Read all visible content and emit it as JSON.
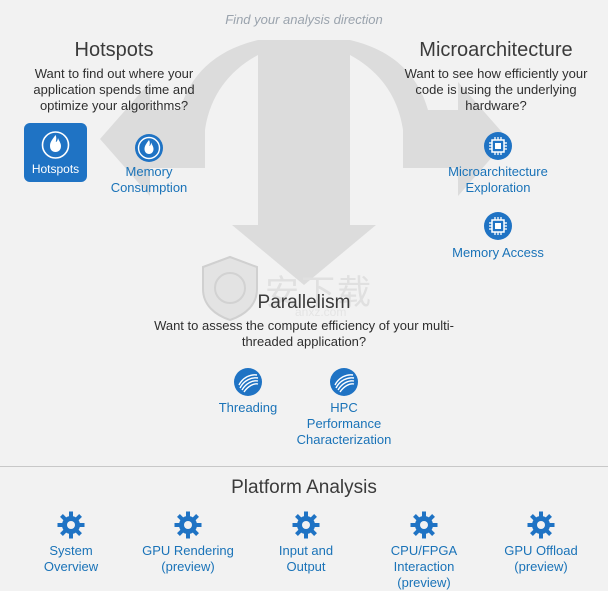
{
  "header": {
    "direction_prompt": "Find your analysis direction"
  },
  "hotspots": {
    "title": "Hotspots",
    "question_line1": "Want to find out where your",
    "question_line2": "application spends time and",
    "question_line3": "optimize your algorithms?",
    "tile_label": "Hotspots",
    "memory_line1": "Memory",
    "memory_line2": "Consumption"
  },
  "microarchitecture": {
    "title": "Microarchitecture",
    "question_line1": "Want to see how efficiently your",
    "question_line2": "code is using the underlying",
    "question_line3": "hardware?",
    "exploration_line1": "Microarchitecture",
    "exploration_line2": "Exploration",
    "memory_access": "Memory Access"
  },
  "parallelism": {
    "title": "Parallelism",
    "question_line1": "Want to assess the compute efficiency of your multi-",
    "question_line2": "threaded application?",
    "threading": "Threading",
    "hpc_line1": "HPC",
    "hpc_line2": "Performance",
    "hpc_line3": "Characterization"
  },
  "watermark": {
    "text": "安下载",
    "subtext": "anxz.com"
  },
  "platform": {
    "title": "Platform Analysis",
    "items": [
      {
        "line1": "System",
        "line2": "Overview",
        "line3": ""
      },
      {
        "line1": "GPU Rendering",
        "line2": "(preview)",
        "line3": ""
      },
      {
        "line1": "Input and",
        "line2": "Output",
        "line3": ""
      },
      {
        "line1": "CPU/FPGA",
        "line2": "Interaction",
        "line3": "(preview)"
      },
      {
        "line1": "GPU Offload",
        "line2": "(preview)",
        "line3": ""
      }
    ]
  },
  "colors": {
    "accent": "#1a73b8",
    "tile": "#1f73c4",
    "background": "#f2f2f2"
  },
  "icons": [
    "flame-icon",
    "chip-icon",
    "threading-icon",
    "gear-icon"
  ]
}
